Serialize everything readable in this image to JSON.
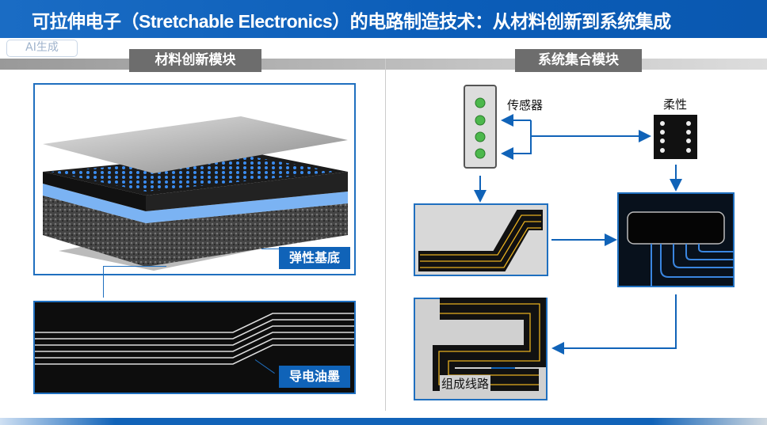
{
  "header": {
    "title": "可拉伸电子（Stretchable Electronics）的电路制造技术：从材料创新到系统集成",
    "watermark": "AI生成"
  },
  "sections": {
    "left": "材料创新模块",
    "right": "系统集合模块"
  },
  "labels": {
    "substrate": "弹性基底",
    "ink": "导电油墨",
    "sensor": "传感器",
    "flexible": "柔性",
    "circuit": "组成线路"
  },
  "colors": {
    "primary": "#1063b8",
    "trace_gold": "#e8b020",
    "trace_blue": "#3a86e0"
  }
}
